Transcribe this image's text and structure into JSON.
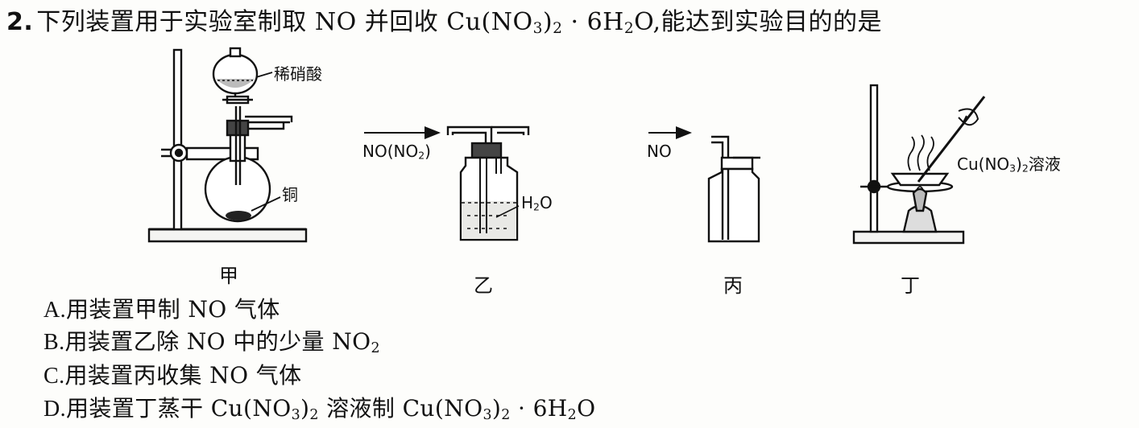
{
  "question": {
    "number": "2.",
    "stem_before": "下列装置用于实验室制取 NO 并回收 Cu(NO",
    "stem_sub1": "3",
    "stem_mid1": ")",
    "stem_sub2": "2",
    "stem_mid2": " · 6H",
    "stem_sub3": "2",
    "stem_after": "O,能达到实验目的的是"
  },
  "figure": {
    "apparatus": [
      {
        "label": "甲",
        "annotations": [
          "稀硝酸",
          "铜"
        ]
      },
      {
        "label": "乙",
        "inlet": "NO(NO",
        "inlet_sub": "2",
        "inlet_end": ")",
        "liquid": "H",
        "liquid_sub": "2",
        "liquid_end": "O"
      },
      {
        "label": "丙",
        "inlet": "NO"
      },
      {
        "label": "丁",
        "solution": "Cu(NO",
        "solution_sub1": "3",
        "solution_mid": ")",
        "solution_sub2": "2",
        "solution_end": "溶液"
      }
    ]
  },
  "options": [
    {
      "letter": "A.",
      "parts": [
        "用装置甲制 NO 气体"
      ]
    },
    {
      "letter": "B.",
      "pre": "用装置乙除 NO 中的少量 NO",
      "sub": "2"
    },
    {
      "letter": "C.",
      "parts": [
        "用装置丙收集 NO 气体"
      ]
    },
    {
      "letter": "D.",
      "pre": "用装置丁蒸干 Cu(NO",
      "sub1": "3",
      "mid1": ")",
      "sub2": "2",
      "mid2": " 溶液制 Cu(NO",
      "sub3": "3",
      "mid3": ")",
      "sub4": "2",
      "mid4": " · 6H",
      "sub5": "2",
      "end": "O"
    }
  ]
}
